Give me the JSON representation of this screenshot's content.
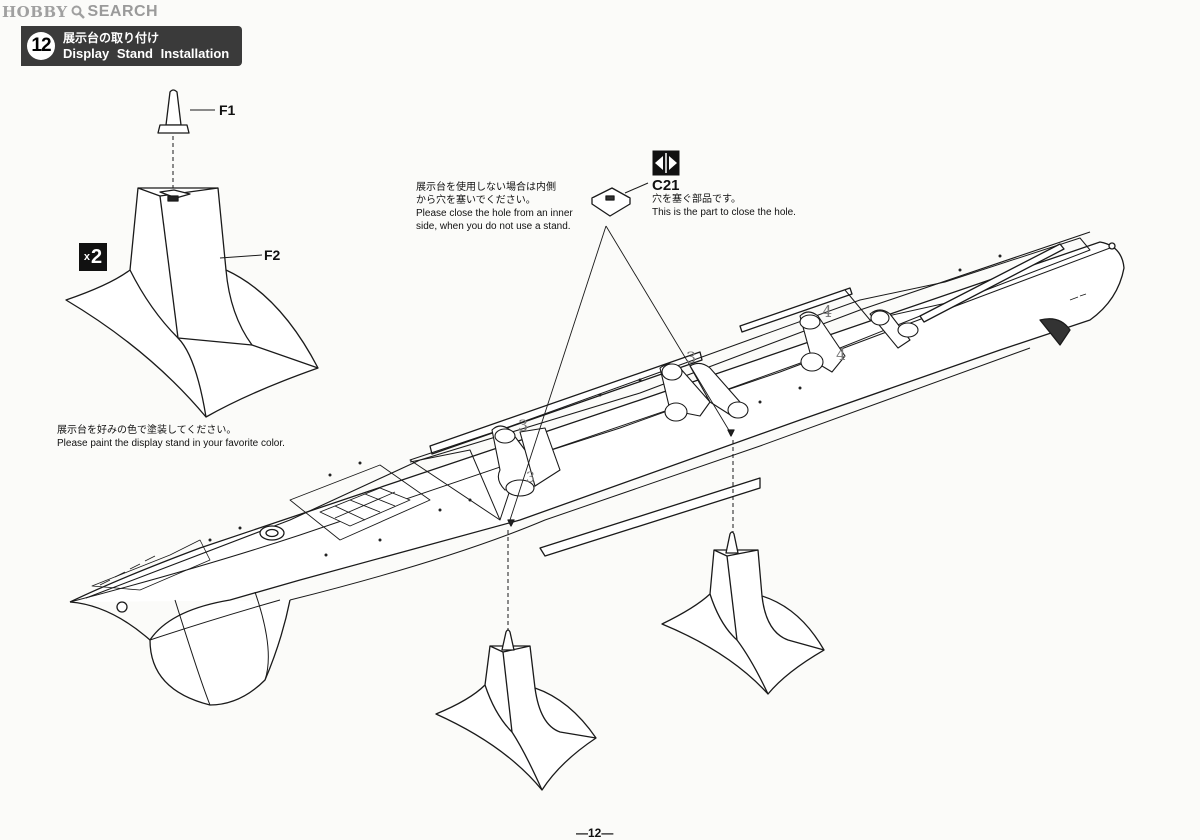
{
  "watermark": {
    "logo_text": "HOBBY",
    "suffix": "SEARCH"
  },
  "step": {
    "number": "12",
    "title_jp": "展示台の取り付け",
    "title_en": "Display Stand  Installation"
  },
  "parts": {
    "f1": "F1",
    "f2": "F2",
    "c21": "C21",
    "quantity": {
      "prefix": "x",
      "count": "2"
    }
  },
  "notes": {
    "close_hole_jp_1": "展示台を使用しない場合は内側",
    "close_hole_jp_2": "から穴を塞いでください。",
    "close_hole_en_1": "Please close the hole from an inner",
    "close_hole_en_2": "side, when you do not use a stand.",
    "c21_jp": "穴を塞ぐ部品です。",
    "c21_en": "This is the part to close the hole.",
    "paint_jp": "展示台を好みの色で塗装してください。",
    "paint_en": "Please paint the display stand in your favorite color."
  },
  "hull_marks": [
    "3",
    "3",
    "4",
    "4",
    "3"
  ],
  "page_number": "—12—",
  "icons": [
    "magnifier-icon",
    "mirror-part-icon"
  ]
}
